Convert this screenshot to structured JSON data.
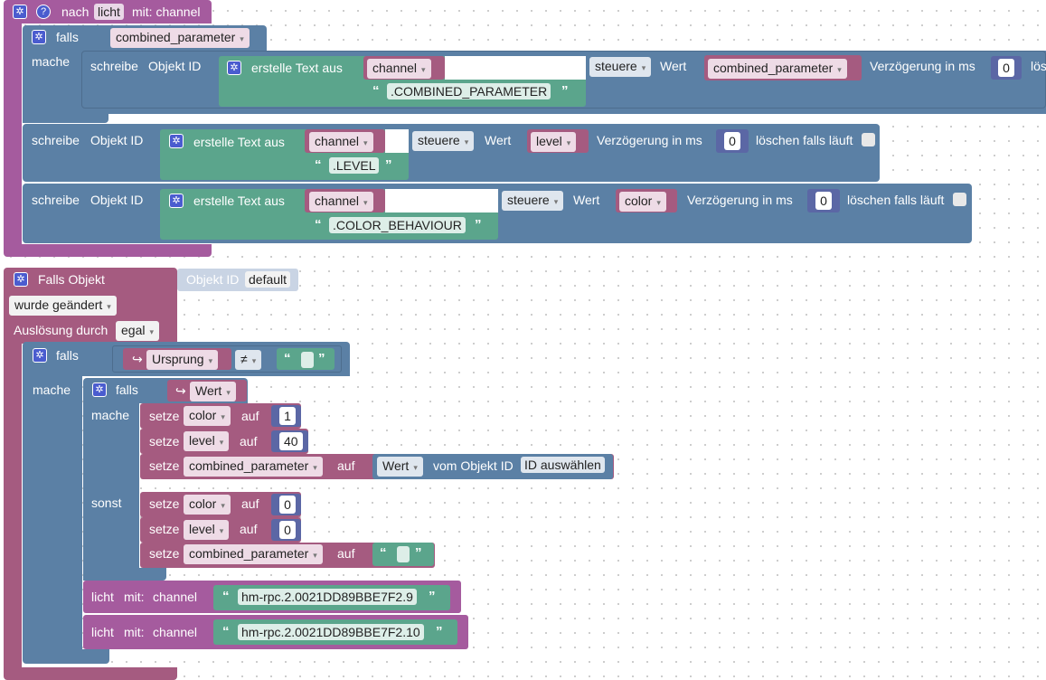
{
  "func_block": {
    "prefix": "nach",
    "name": "licht",
    "suffix": "mit: channel",
    "if_label": "falls",
    "if_var": "combined_parameter",
    "do_label": "mache"
  },
  "write_blocks": [
    {
      "label_write": "schreibe",
      "label_objid": "Objekt ID",
      "create_text": "erstelle Text aus",
      "channel": "channel",
      "suffix": ".COMBINED_PARAMETER",
      "mode": "steuere",
      "value_label": "Wert",
      "value": "combined_parameter",
      "delay_label": "Verzögerung in ms",
      "delay": "0",
      "clear_label": "lösc"
    },
    {
      "label_write": "schreibe",
      "label_objid": "Objekt ID",
      "create_text": "erstelle Text aus",
      "channel": "channel",
      "suffix": ".LEVEL",
      "mode": "steuere",
      "value_label": "Wert",
      "value": "level",
      "delay_label": "Verzögerung in ms",
      "delay": "0",
      "clear_label": "löschen falls läuft"
    },
    {
      "label_write": "schreibe",
      "label_objid": "Objekt ID",
      "create_text": "erstelle Text aus",
      "channel": "channel",
      "suffix": ".COLOR_BEHAVIOUR",
      "mode": "steuere",
      "value_label": "Wert",
      "value": "color",
      "delay_label": "Verzögerung in ms",
      "delay": "0",
      "clear_label": "löschen falls läuft"
    }
  ],
  "trigger": {
    "title": "Falls Objekt",
    "objid_label": "Objekt ID",
    "objid_value": "default",
    "changed": "wurde geändert",
    "trigger_by_label": "Auslösung durch",
    "trigger_by_value": "egal",
    "if_label": "falls",
    "do_label": "mache",
    "origin": "Ursprung",
    "neq": "≠",
    "inner_if": "falls",
    "wert": "Wert",
    "inner_do": "mache",
    "else_label": "sonst",
    "set_label": "setze",
    "to_label": "auf",
    "sets_then": [
      {
        "var": "color",
        "value": "1"
      },
      {
        "var": "level",
        "value": "40"
      }
    ],
    "combined_then": {
      "var": "combined_parameter",
      "value_of": "Wert",
      "from_obj": "vom Objekt ID",
      "select_id": "ID auswählen"
    },
    "sets_else": [
      {
        "var": "color",
        "value": "0"
      },
      {
        "var": "level",
        "value": "0"
      }
    ],
    "combined_else_var": "combined_parameter",
    "calls": [
      {
        "name": "licht",
        "with": "mit:",
        "param": "channel",
        "value": "hm-rpc.2.0021DD89BBE7F2.9"
      },
      {
        "name": "licht",
        "with": "mit:",
        "param": "channel",
        "value": "hm-rpc.2.0021DD89BBE7F2.10"
      }
    ]
  },
  "colors": {
    "procedure": "#a55b9e",
    "control": "#5b80a5",
    "text": "#5ba58c",
    "variable": "#a55b80",
    "number": "#5b67a5"
  },
  "icons": {
    "gear": "gear-icon",
    "help": "help-icon",
    "dropdown": "chevron-down-icon",
    "quote_open": "“",
    "quote_close": "”",
    "arrow": "↪",
    "gear_glyph": "✲",
    "help_glyph": "?",
    "dropdown_glyph": "▾"
  }
}
